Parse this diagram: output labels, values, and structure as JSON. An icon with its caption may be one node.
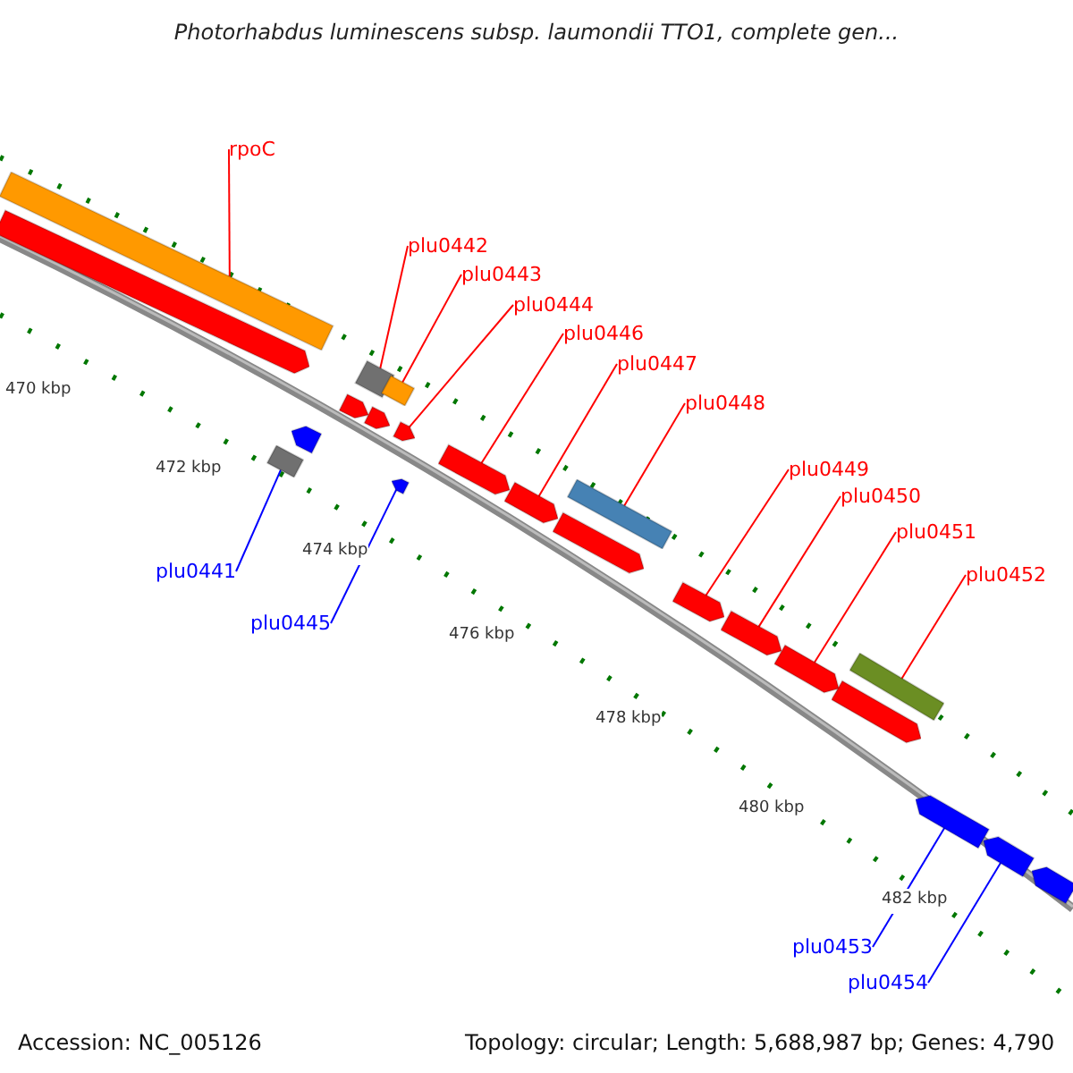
{
  "diagram": {
    "title": "Photorhabdus luminescens subsp. laumondii TTO1, complete gen...",
    "nodes": [
      {
        "text": [
          "rpoC"
        ]
      },
      {
        "text": [
          "plu0442"
        ]
      },
      {
        "text": [
          "plu0443"
        ]
      },
      {
        "text": [
          "plu0444"
        ]
      },
      {
        "text": [
          "plu0446"
        ]
      },
      {
        "text": [
          "plu0447"
        ]
      },
      {
        "text": [
          "plu0448"
        ]
      },
      {
        "text": [
          "plu0449"
        ]
      },
      {
        "text": [
          "plu0450"
        ]
      },
      {
        "text": [
          "plu0451"
        ]
      },
      {
        "text": [
          "plu0452"
        ]
      },
      {
        "text": [
          "plu0441"
        ]
      },
      {
        "text": [
          "plu0445"
        ]
      },
      {
        "text": [
          "plu0453"
        ]
      },
      {
        "text": [
          "plu0454"
        ]
      },
      {
        "text": [],
        "shape": "box"
      },
      {
        "text": [],
        "shape": "arrow"
      },
      {
        "text": [],
        "shape": "box"
      },
      {
        "text": [],
        "shape": "box"
      },
      {
        "text": [],
        "shape": "arrow"
      },
      {
        "text": [],
        "shape": "arrow"
      },
      {
        "text": [],
        "shape": "arrow"
      },
      {
        "text": [],
        "shape": "arrow"
      },
      {
        "text": [],
        "shape": "arrow"
      },
      {
        "text": [],
        "shape": "box"
      },
      {
        "text": [],
        "shape": "arrow"
      },
      {
        "text": [],
        "shape": "arrow"
      },
      {
        "text": [],
        "shape": "arrow"
      },
      {
        "text": [],
        "shape": "arrow"
      },
      {
        "text": [],
        "shape": "box"
      },
      {
        "text": [],
        "shape": "arrow"
      },
      {
        "text": [],
        "shape": "arrow"
      },
      {
        "text": [],
        "shape": "box"
      },
      {
        "text": [],
        "shape": "arrow"
      },
      {
        "text": [],
        "shape": "arrow"
      },
      {
        "text": [],
        "shape": "arrow"
      },
      {
        "text": [],
        "shape": "arrow"
      }
    ],
    "edges": [
      {
        "from": 0,
        "to": 15,
        "arrow": "none"
      },
      {
        "from": 1,
        "to": 17,
        "arrow": "none"
      },
      {
        "from": 2,
        "to": 18,
        "arrow": "none"
      },
      {
        "from": 3,
        "to": 21,
        "arrow": "none"
      },
      {
        "from": 4,
        "to": 22,
        "arrow": "none"
      },
      {
        "from": 5,
        "to": 23,
        "arrow": "none"
      },
      {
        "from": 6,
        "to": 24,
        "arrow": "none"
      },
      {
        "from": 7,
        "to": 26,
        "arrow": "none"
      },
      {
        "from": 8,
        "to": 27,
        "arrow": "none"
      },
      {
        "from": 9,
        "to": 28,
        "arrow": "none"
      },
      {
        "from": 10,
        "to": 29,
        "arrow": "none"
      },
      {
        "from": 11,
        "to": 32,
        "arrow": "none",
        "color": "#0000ff"
      },
      {
        "from": 12,
        "to": 33,
        "arrow": "none",
        "color": "#0000ff"
      },
      {
        "from": 13,
        "to": 34,
        "arrow": "none",
        "color": "#0000ff"
      },
      {
        "from": 14,
        "to": 35,
        "arrow": "none",
        "color": "#0000ff"
      }
    ],
    "labels": [
      "470 kbp",
      "472 kbp",
      "474 kbp",
      "476 kbp",
      "478 kbp",
      "480 kbp",
      "482 kbp",
      "Accession: NC_005126",
      "Topology: circular; Length: 5,688,987 bp; Genes: 4,790"
    ]
  }
}
